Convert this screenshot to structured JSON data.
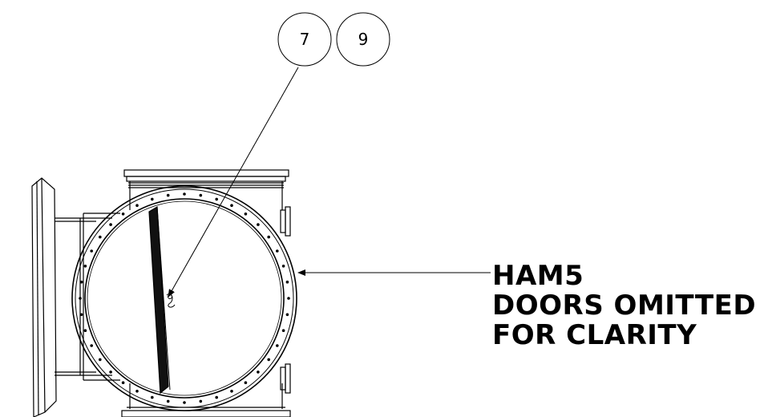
{
  "balloons": [
    {
      "label": "7"
    },
    {
      "label": "9"
    }
  ],
  "note": {
    "lines": [
      "HAM5",
      "DOORS OMITTED",
      "FOR CLARITY"
    ]
  }
}
